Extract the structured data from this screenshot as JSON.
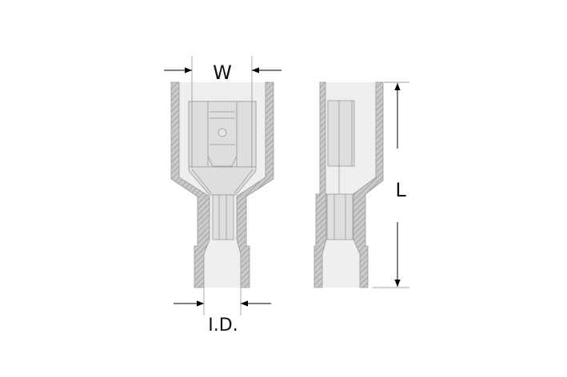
{
  "labels": {
    "width": "W",
    "length": "L",
    "inner_diameter": "I.D."
  },
  "colors": {
    "hatch_fill": "#c8c8c8",
    "hatch_line": "#8a8a8a",
    "interior": "#efefef",
    "contact": "#dedede",
    "outline": "#9a9a9a",
    "dimension": "#000000"
  }
}
